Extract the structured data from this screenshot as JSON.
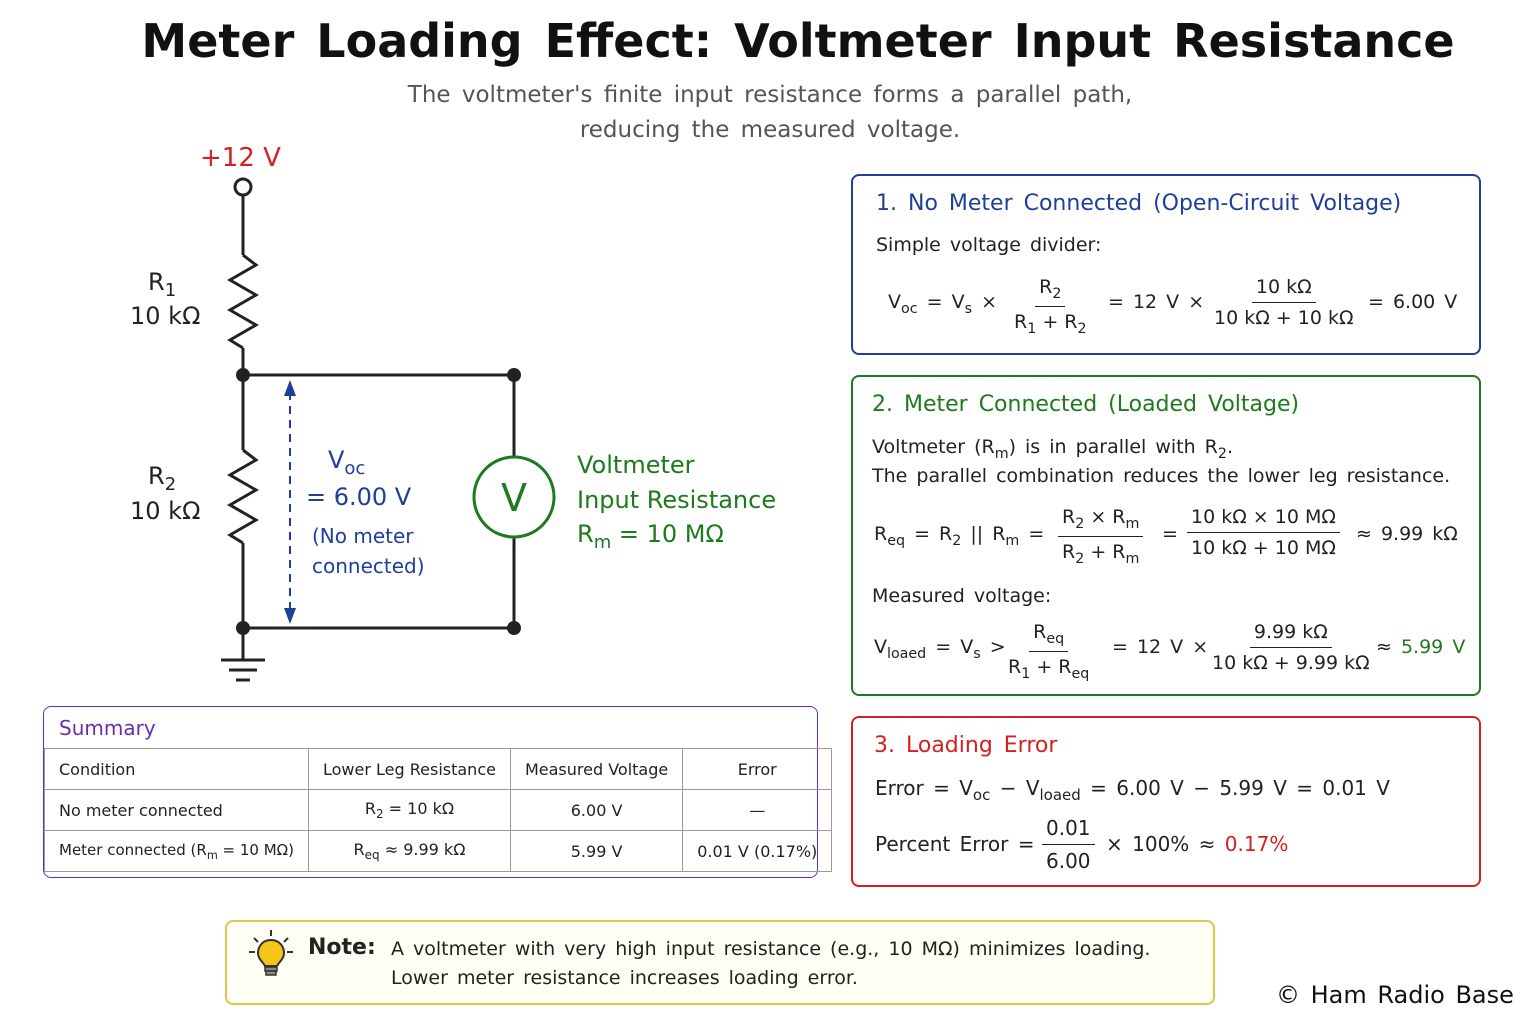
{
  "title": "Meter Loading Effect: Voltmeter Input Resistance",
  "subtitle_line1": "The voltmeter's finite input resistance forms a parallel path,",
  "subtitle_line2": "reducing the measured voltage.",
  "circuit": {
    "supply_label": "+12 V",
    "r1_name": "R",
    "r1_sub": "1",
    "r1_value": "10 kΩ",
    "r2_name": "R",
    "r2_sub": "2",
    "r2_value": "10 kΩ",
    "voc_symbol": "V",
    "voc_sub": "oc",
    "voc_value": "= 6.00 V",
    "voc_note1": "(No meter",
    "voc_note2": "connected)",
    "meter_symbol": "V",
    "meter_label1": "Voltmeter",
    "meter_label2": "Input Resistance",
    "rm_symbol": "R",
    "rm_sub": "m",
    "rm_value": "= 10 MΩ"
  },
  "panel1": {
    "title": "1. No Meter Connected (Open-Circuit Voltage)",
    "intro": "Simple voltage divider:",
    "lhs": "V",
    "lhs_sub": "oc",
    "eq1": "=",
    "vs": "V",
    "vs_sub": "s",
    "times": "×",
    "frac1_num": "R",
    "frac1_num_sub": "2",
    "frac1_den_a": "R",
    "frac1_den_a_sub": "1",
    "frac1_den_b": " + R",
    "frac1_den_b_sub": "2",
    "eq2": "= 12 V ×",
    "frac2_num": "10 kΩ",
    "frac2_den": "10 kΩ + 10 kΩ",
    "result": "= 6.00 V"
  },
  "panel2": {
    "title": "2. Meter Connected (Loaded Voltage)",
    "line1_a": "Voltmeter (R",
    "line1_sub": "m",
    "line1_b": ") is in parallel with R",
    "line1_sub2": "2",
    "line1_c": ".",
    "line2": "The parallel combination reduces the lower leg resistance.",
    "req_lhs": "R",
    "req_lhs_sub": "eq",
    "req_eq": "= R",
    "req_r2sub": "2",
    "req_par": " || R",
    "req_msub": "m",
    "req_eq2": "=",
    "f1_num_a": "R",
    "f1_num_a_sub": "2",
    "f1_num_b": " × R",
    "f1_num_b_sub": "m",
    "f1_den_a": "R",
    "f1_den_a_sub": "2",
    "f1_den_b": " + R",
    "f1_den_b_sub": "m",
    "req_eq3": "=",
    "f2_num": "10 kΩ × 10 MΩ",
    "f2_den": "10 kΩ + 10 MΩ",
    "req_result": "≈ 9.99 kΩ",
    "measured_label": "Measured voltage:",
    "vl_lhs": "V",
    "vl_lhs_sub": "loaed",
    "vl_eq": "= V",
    "vl_vs_sub": "s",
    "vl_gt": " >",
    "f3_num": "R",
    "f3_num_sub": "eq",
    "f3_den_a": "R",
    "f3_den_a_sub": "1",
    "f3_den_b": " + R",
    "f3_den_b_sub": "eq",
    "vl_eq2": "= 12 V ×",
    "f4_num": "9.99 kΩ",
    "f4_den": "10 kΩ + 9.99 kΩ",
    "vl_approx": "≈",
    "vl_result": "5.99 V"
  },
  "panel3": {
    "title": "3. Loading Error",
    "err_a": "Error = V",
    "err_sub1": "oc",
    "err_b": " − V",
    "err_sub2": "loaed",
    "err_c": " = 6.00 V − 5.99 V = 0.01 V",
    "pct_label": "Percent Error =",
    "pct_num": "0.01",
    "pct_den": "6.00",
    "pct_mid": "× 100% ≈",
    "pct_result": "0.17%"
  },
  "summary": {
    "title": "Summary",
    "headers": [
      "Condition",
      "Lower Leg Resistance",
      "Measured Voltage",
      "Error"
    ],
    "row1": {
      "condition": "No meter connected",
      "res_a": "R",
      "res_sub": "2",
      "res_b": " = 10 kΩ",
      "voltage": "6.00 V",
      "error": "—"
    },
    "row2": {
      "cond_a": "Meter connected (R",
      "cond_sub": "m",
      "cond_b": " = 10 MΩ)",
      "res_a": "R",
      "res_sub": "eq",
      "res_b": " ≈ 9.99 kΩ",
      "voltage": "5.99 V",
      "error": "0.01 V (0.17%)"
    }
  },
  "note": {
    "label": "Note:",
    "line1": "A voltmeter with very high input resistance (e.g., 10 MΩ) minimizes loading.",
    "line2": "Lower meter resistance increases loading error."
  },
  "copyright": "© Ham Radio Base",
  "colors": {
    "blue": "#1f3f99",
    "green": "#1d7a1d",
    "red": "#d42020",
    "purple": "#6a2ea8",
    "note_border": "#e0c54a",
    "dim_arrow": "#1f3f99"
  },
  "icons": {
    "note_icon": "lightbulb-icon"
  }
}
